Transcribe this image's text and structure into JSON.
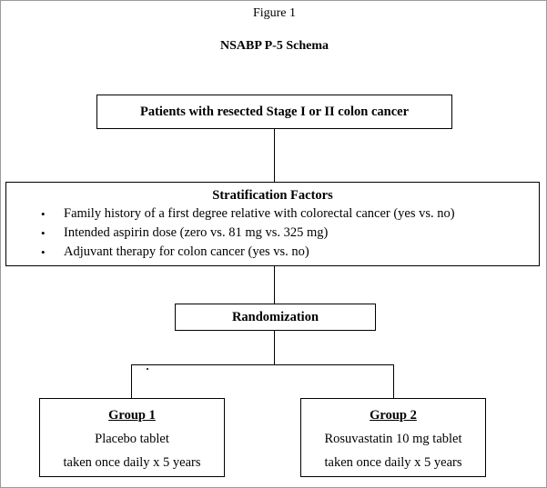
{
  "figure": {
    "label": "Figure 1",
    "title": "NSABP P-5 Schema"
  },
  "nodes": {
    "eligibility": {
      "text": "Patients with resected Stage I or II colon cancer"
    },
    "stratification": {
      "heading": "Stratification Factors",
      "bullet_glyph": "•",
      "factors": [
        "Family history of a first degree relative with colorectal cancer (yes vs. no)",
        "Intended aspirin dose (zero vs. 81 mg vs. 325 mg)",
        "Adjuvant therapy for colon cancer (yes vs. no)"
      ]
    },
    "randomization": {
      "text": "Randomization"
    },
    "group1": {
      "title": "Group 1",
      "treatment": "Placebo tablet",
      "schedule": "taken once daily x 5 years"
    },
    "group2": {
      "title": "Group 2",
      "treatment": "Rosuvastatin 10 mg tablet",
      "schedule": "taken once daily x 5 years"
    }
  },
  "colors": {
    "line": "#000000",
    "text": "#000000",
    "background": "#ffffff"
  }
}
